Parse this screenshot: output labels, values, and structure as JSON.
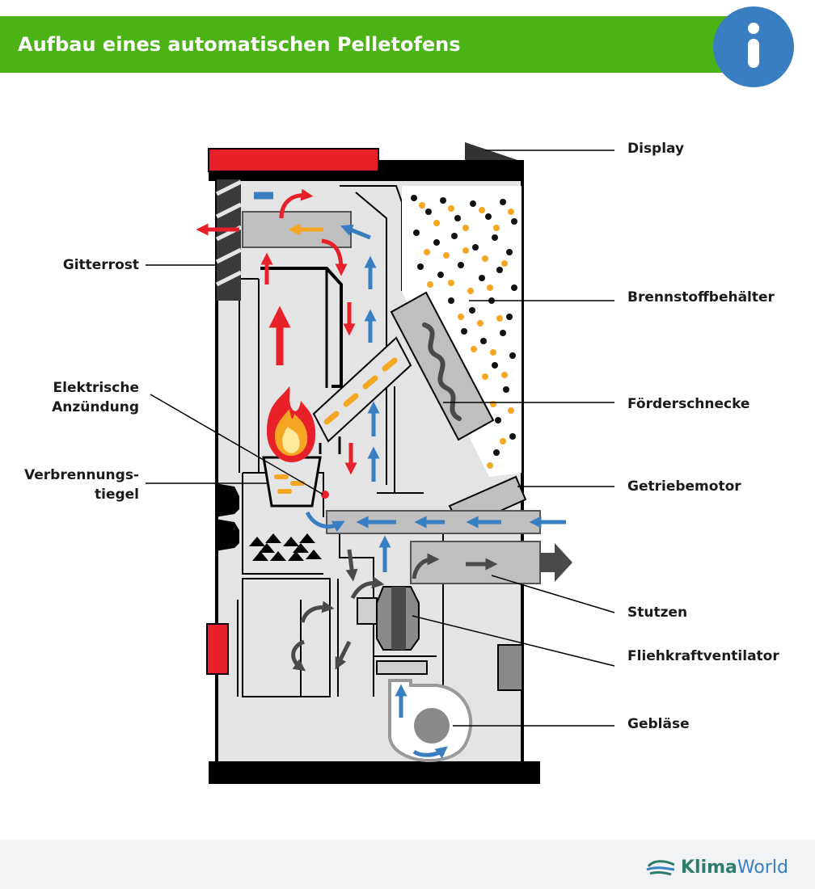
{
  "header": {
    "title": "Aufbau eines automatischen Pelletofens"
  },
  "labels": {
    "display": "Display",
    "gitterrost": "Gitterrost",
    "brennstoffbehaelter": "Brennstoffbehälter",
    "elektrische_anzuendung_1": "Elektrische",
    "elektrische_anzuendung_2": "Anzündung",
    "foerderschnecke": "Förderschnecke",
    "verbrennungstiegel_1": "Verbrennungs-",
    "verbrennungstiegel_2": "tiegel",
    "getriebemotor": "Getriebemotor",
    "stutzen": "Stutzen",
    "fliehkraftventilator": "Fliehkraftventilator",
    "geblaese": "Gebläse"
  },
  "footer": {
    "logo_part1": "Klima",
    "logo_part2": "World"
  },
  "colors": {
    "header_green": "#4cb317",
    "info_blue": "#3a7ec2",
    "hot_air_red": "#e8202a",
    "cold_air_blue": "#3a7ec2",
    "pellet_orange": "#f5a623",
    "flow_gray": "#4a4a4a",
    "body_gray": "#e4e4e4"
  },
  "icons": {
    "info": "info-icon",
    "logo": "klimaworld-logo-icon"
  }
}
